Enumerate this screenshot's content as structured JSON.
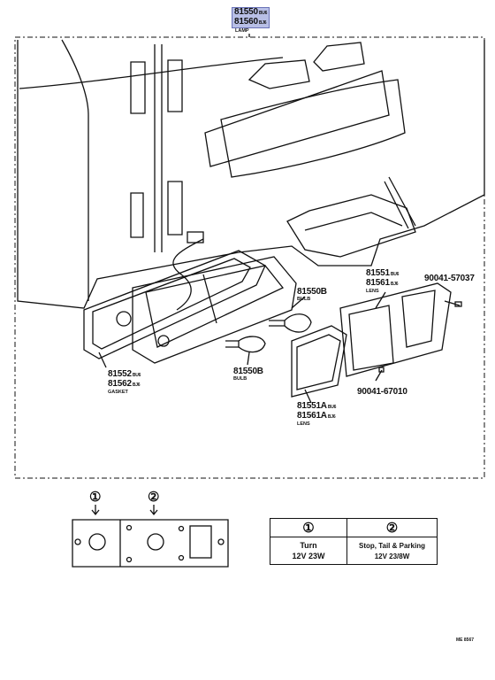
{
  "title": {
    "part_a": "81550",
    "part_a_suffix": "BU6",
    "part_b": "81560",
    "part_b_suffix": "BJ6",
    "name": "LAMP"
  },
  "callouts": {
    "gasket_a": "81552",
    "gasket_a_suffix": "BU6",
    "gasket_b": "81562",
    "gasket_b_suffix": "BJ6",
    "gasket_name": "GASKET",
    "bulb_upper": "81550B",
    "bulb_upper_name": "BULB",
    "bulb_lower": "81550B",
    "bulb_lower_name": "BULB",
    "lens_right_a": "81551",
    "lens_right_a_suffix": "BU6",
    "lens_right_b": "81561",
    "lens_right_b_suffix": "BJ6",
    "lens_right_name": "LENS",
    "screw_upper": "90041-57037",
    "screw_lower": "90041-67010",
    "lens_left_a": "81551A",
    "lens_left_a_suffix": "BU6",
    "lens_left_b": "81561A",
    "lens_left_b_suffix": "BJ6",
    "lens_left_name": "LENS"
  },
  "inset": {
    "marker_1": "①",
    "marker_2": "②"
  },
  "bulb_table": {
    "headers": [
      "①",
      "②"
    ],
    "row1": [
      "Turn",
      "Stop, Tail & Parking"
    ],
    "row2": [
      "12V 23W",
      "12V 23/8W"
    ]
  },
  "footer_code": "ME 8567"
}
